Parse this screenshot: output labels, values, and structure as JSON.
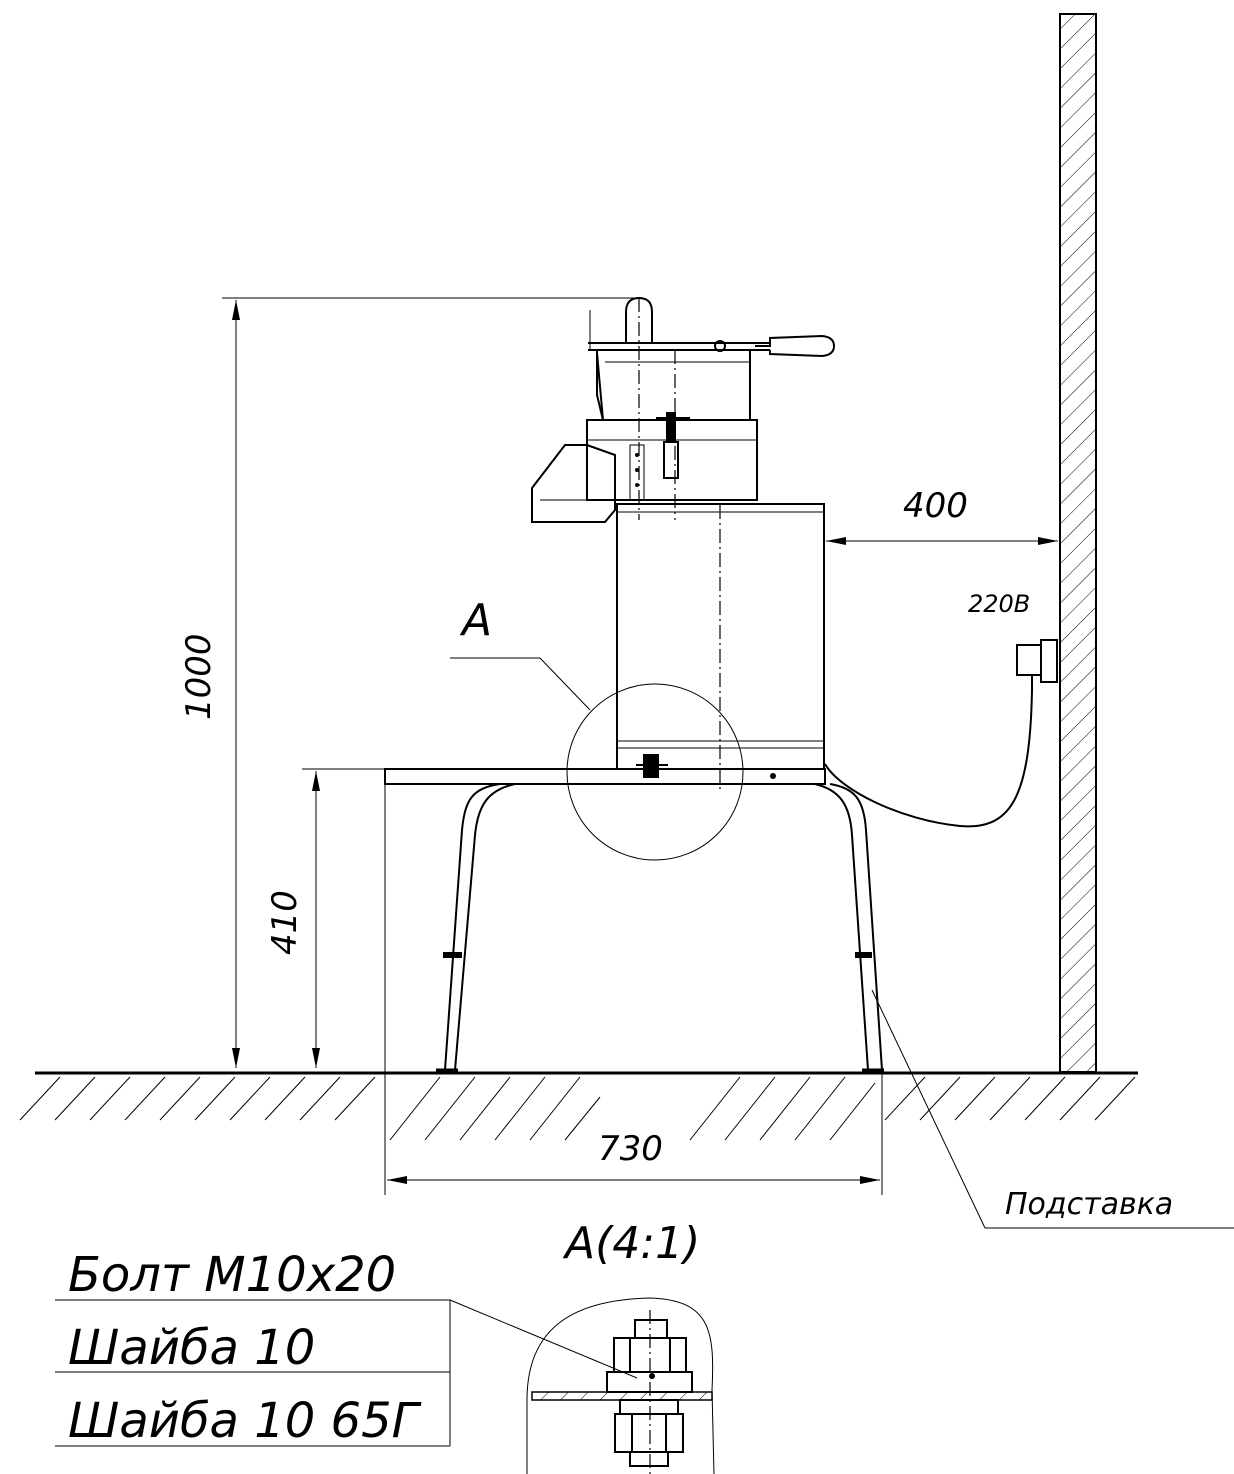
{
  "dimensions": {
    "overall_height": "1000",
    "table_height": "410",
    "wall_clearance": "400",
    "base_width": "730"
  },
  "labels": {
    "view_marker": "A",
    "detail_view_title": "A(4:1)",
    "power_supply": "220В",
    "stand_callout": "Подставка"
  },
  "fastener_list": [
    "Болт М10х20",
    "Шайба 10",
    "Шайба 10 65Г"
  ]
}
